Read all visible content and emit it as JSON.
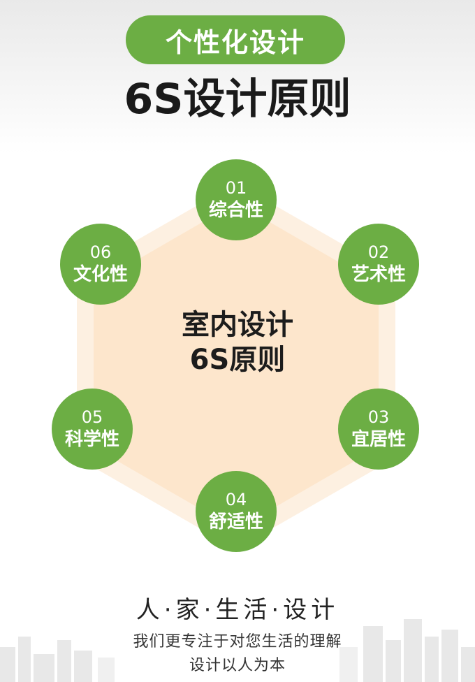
{
  "header": {
    "pill_label": "个性化设计",
    "title": "6S设计原则"
  },
  "center": {
    "line1": "室内设计",
    "line2": "6S原则"
  },
  "principles": [
    {
      "num": "01",
      "label": "综合性"
    },
    {
      "num": "02",
      "label": "艺术性"
    },
    {
      "num": "03",
      "label": "宜居性"
    },
    {
      "num": "04",
      "label": "舒适性"
    },
    {
      "num": "05",
      "label": "科学性"
    },
    {
      "num": "06",
      "label": "文化性"
    }
  ],
  "footer": {
    "title": "人·家·生活·设计",
    "line1": "我们更专注于对您生活的理解",
    "line2": "设计以人为本"
  },
  "colors": {
    "accent_green": "#6cae44",
    "hex_fill": "#fde6cc",
    "hex_glow": "#fdf0e1"
  }
}
